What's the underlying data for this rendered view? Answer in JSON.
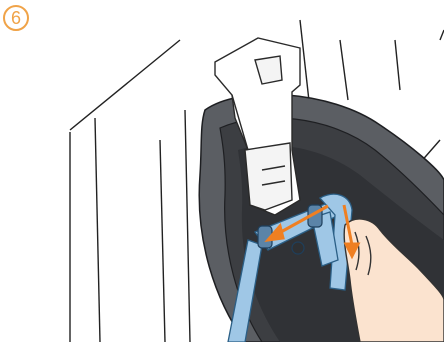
{
  "step": {
    "number": "6"
  },
  "colors": {
    "accent": "#f0a348",
    "strap": "#9fc7e6",
    "strap_outline": "#2b5f86",
    "seat_shell": "#5b5e63",
    "seat_rim": "#3c3e42",
    "seat_inner": "#303236",
    "hand": "#fbe3cf",
    "arrow": "#ef7f22"
  },
  "icons": [
    "step-number-badge",
    "direction-arrow"
  ]
}
